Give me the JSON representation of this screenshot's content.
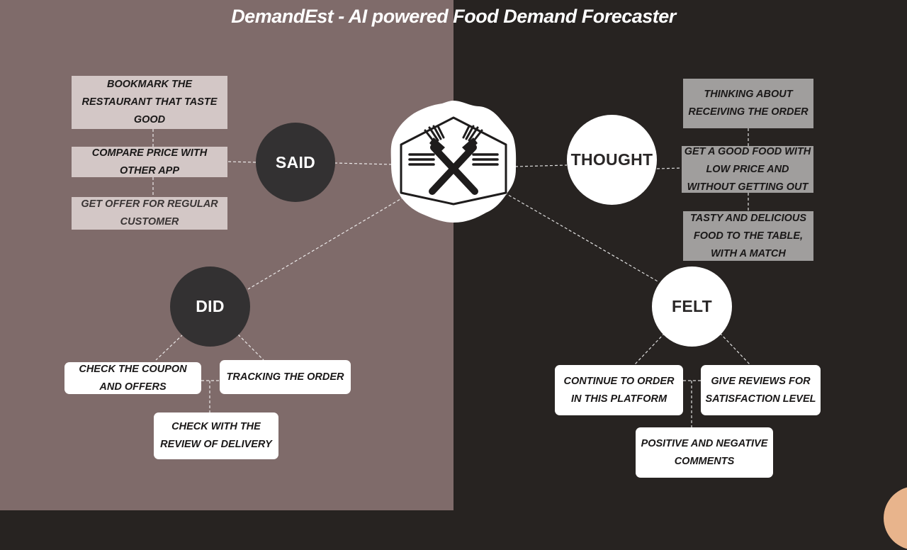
{
  "title": "DemandEst - AI powered Food Demand Forecaster",
  "colors": {
    "left_background": "#7f6b6a",
    "right_background": "#272321",
    "dark_circle": "#333132",
    "said_box": "#d3c7c6",
    "thought_box": "#a09e9d",
    "card": "#ffffff"
  },
  "center": {
    "icon": "crossed-forks-icon"
  },
  "said": {
    "label": "SAID",
    "items": [
      "BOOKMARK THE RESTAURANT THAT TASTE GOOD",
      "COMPARE PRICE WITH OTHER APP",
      "GET OFFER FOR REGULAR CUSTOMER"
    ]
  },
  "thought": {
    "label": "THOUGHT",
    "items": [
      "THINKING ABOUT RECEIVING THE ORDER",
      "GET A GOOD FOOD WITH LOW PRICE AND WITHOUT GETTING OUT",
      "TASTY AND DELICIOUS FOOD TO THE TABLE, WITH A MATCH"
    ]
  },
  "did": {
    "label": "DID",
    "items": [
      "CHECK THE COUPON AND OFFERS",
      "TRACKING THE ORDER",
      "CHECK WITH THE REVIEW OF DELIVERY"
    ]
  },
  "felt": {
    "label": "FELT",
    "items": [
      "CONTINUE TO ORDER IN THIS PLATFORM",
      "GIVE REVIEWS FOR SATISFACTION LEVEL",
      "POSITIVE AND NEGATIVE COMMENTS"
    ]
  }
}
